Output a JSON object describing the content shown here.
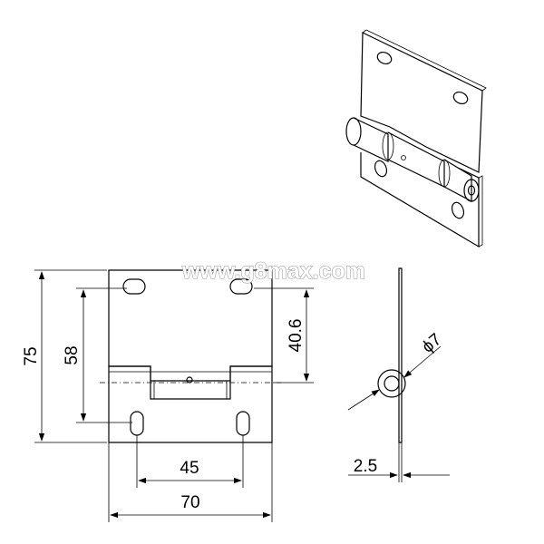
{
  "watermark": "www.g8max.com",
  "dimensions": {
    "overall_height": "75",
    "hole_spacing_vertical": "58",
    "leaf_height": "40.6",
    "hole_spacing_horizontal": "45",
    "overall_width": "70",
    "pin_diameter": "ϕ7",
    "thickness": "2.5"
  }
}
